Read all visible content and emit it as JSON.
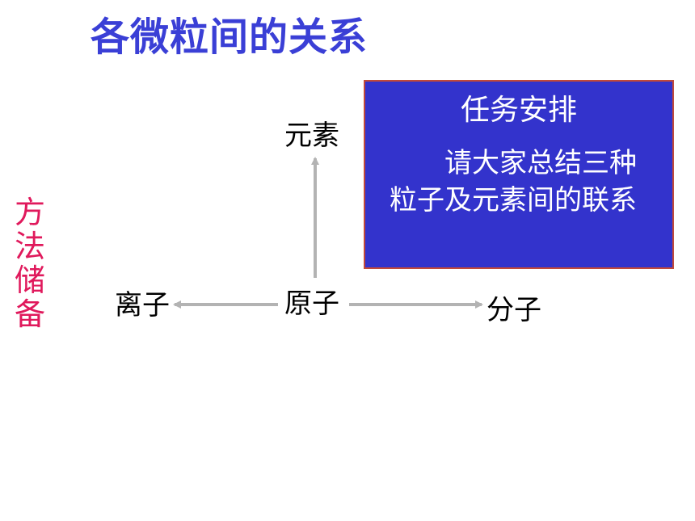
{
  "title": "各微粒间的关系",
  "side_label": "方法储备",
  "nodes": {
    "element": "元素",
    "atom": "原子",
    "ion": "离子",
    "molecule": "分子"
  },
  "task": {
    "heading": "任务安排",
    "body": "请大家总结三种粒子及元素间的联系"
  },
  "colors": {
    "title": "#3a3fd6",
    "side_label": "#e0195c",
    "box_fill": "#3333cc",
    "box_border": "#c24a3a",
    "arrow": "#b3b3b3"
  }
}
